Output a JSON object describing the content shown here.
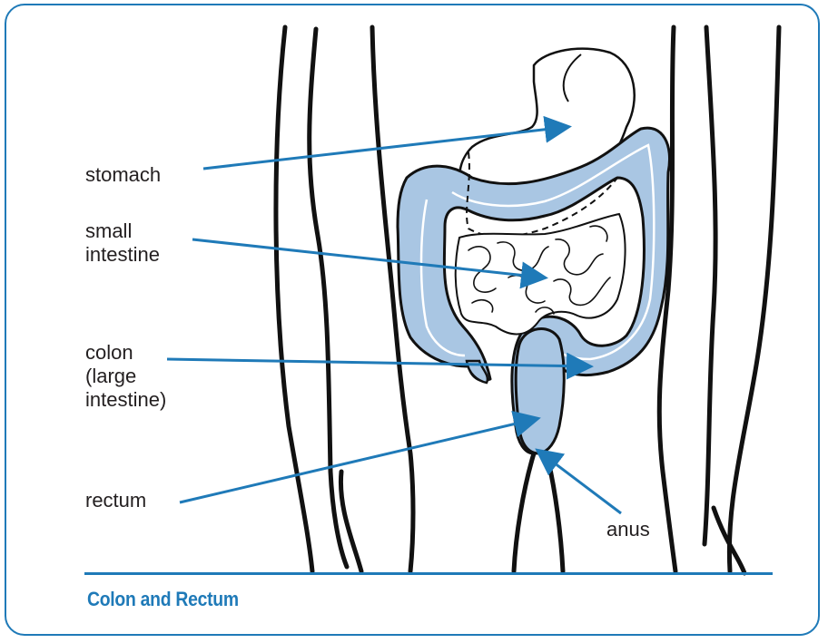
{
  "labels": {
    "stomach": "stomach",
    "small_intestine": "small\nintestine",
    "colon": "colon\n(large\nintestine)",
    "rectum": "rectum",
    "anus": "anus"
  },
  "caption": "Colon and Rectum",
  "colors": {
    "accent": "#1f7ab8",
    "organ_fill": "#a9c6e3",
    "outline": "#111111"
  }
}
